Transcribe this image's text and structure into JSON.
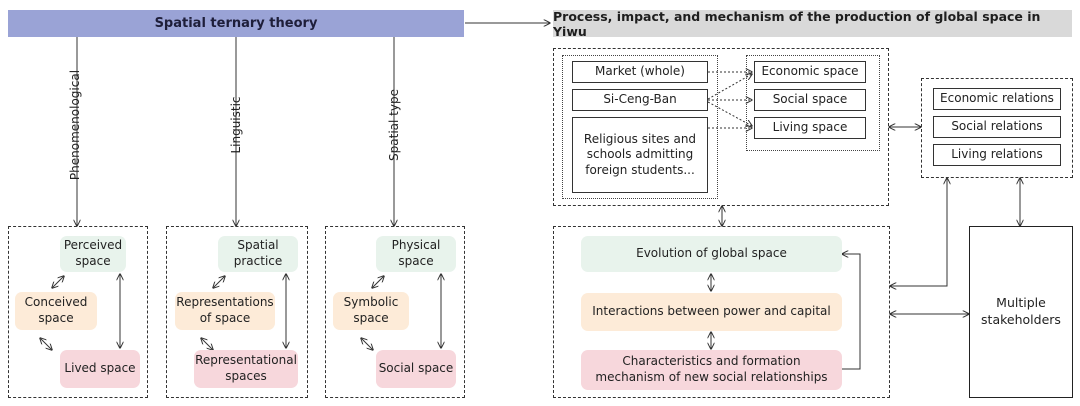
{
  "header_left": "Spatial ternary theory",
  "header_right": "Process, impact, and mechanism of the production of global space in Yiwu",
  "axes": {
    "phenomenological": "Phenomenological",
    "linguistic": "Linguistic",
    "spatial_type": "Spatial type"
  },
  "triad_phenomenological": {
    "perceived": "Perceived space",
    "conceived": "Conceived space",
    "lived": "Lived space"
  },
  "triad_linguistic": {
    "practice": "Spatial practice",
    "representations": "Representations of space",
    "representational": "Representational spaces"
  },
  "triad_spatial_type": {
    "physical": "Physical space",
    "symbolic": "Symbolic space",
    "social": "Social space"
  },
  "sites": {
    "market": "Market (whole)",
    "siceng": "Si-Ceng-Ban",
    "religious": "Religious sites and schools admitting foreign students..."
  },
  "spaces": {
    "economic": "Economic space",
    "social": "Social space",
    "living": "Living space"
  },
  "relations": {
    "economic": "Economic relations",
    "social": "Social relations",
    "living": "Living relations"
  },
  "process": {
    "evolution": "Evolution of global space",
    "interactions": "Interactions between power and capital",
    "characteristics": "Characteristics and formation mechanism of new social relationships"
  },
  "stakeholders": "Multiple stakeholders",
  "colors": {
    "header_left_bg": "#9aa3d6",
    "header_right_bg": "#d9d9d9",
    "green": "#e8f3ec",
    "peach": "#fdebd8",
    "pink": "#f7d7dc"
  }
}
